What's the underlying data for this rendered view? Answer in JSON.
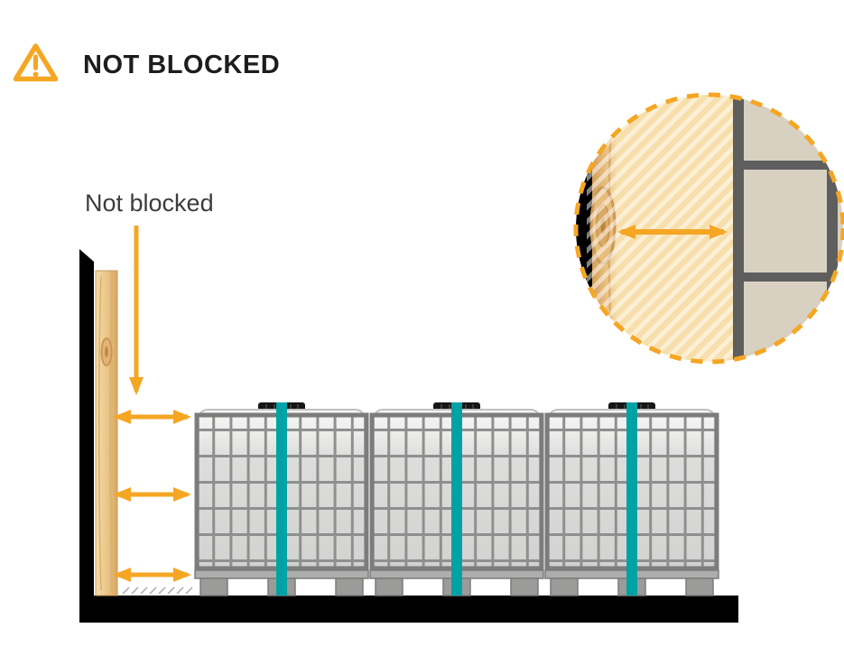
{
  "header": {
    "title": "NOT BLOCKED",
    "icon": "warning-triangle-icon"
  },
  "annotation": {
    "label": "Not blocked"
  },
  "diagram": {
    "container_count": 3,
    "strap_count": 3,
    "gap_arrow_count": 3
  },
  "colors": {
    "accent": "#F5A623",
    "strap_teal": "#00A2A6",
    "wood_light": "#F4DCA6",
    "wood_mid": "#E9C488",
    "wood_dark": "#D8A660",
    "cage_gray": "#8F8F8F",
    "cage_frame": "#7C7C7C",
    "cage_dark": "#5E5E5E",
    "tank_gray": "#DCDCDA",
    "pallet_gray": "#ADADAB",
    "wall_black": "#000000",
    "title_text": "#1D1D1B",
    "label_text": "#3C3C3B",
    "inset_wood": "#F7DFAC",
    "inset_panel": "#D8D1C2"
  }
}
